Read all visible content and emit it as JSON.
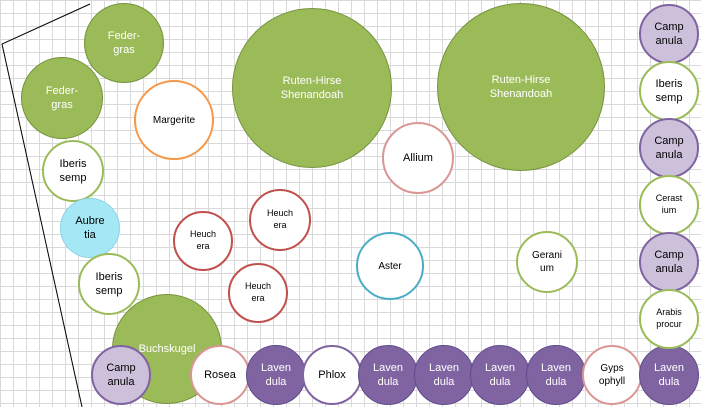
{
  "colors": {
    "grass_fill": "#9BBB59",
    "grass_border": "#76923C",
    "purple_fill": "#8064A2",
    "lavender_light": "#CCC0DA",
    "margerite_border": "#F79646",
    "heuchera_border": "#C0504D",
    "aster_border": "#4BACC6",
    "aubretia_fill": "#A5E8F5",
    "pink_border": "#D99694",
    "light_green_border": "#9BBB59"
  },
  "plants": [
    {
      "id": "federgras-1",
      "label": "Feder-\ngras"
    },
    {
      "id": "federgras-2",
      "label": "Feder-\ngras"
    },
    {
      "id": "margerite",
      "label": "Margerite"
    },
    {
      "id": "ruten-hirse-1",
      "label": "Ruten-Hirse\nShenandoah"
    },
    {
      "id": "ruten-hirse-2",
      "label": "Ruten-Hirse\nShenandoah"
    },
    {
      "id": "allium",
      "label": "Allium"
    },
    {
      "id": "iberis-1",
      "label": "Iberis\nsemp"
    },
    {
      "id": "aubretia",
      "label": "Aubre\ntia"
    },
    {
      "id": "iberis-2",
      "label": "Iberis\nsemp"
    },
    {
      "id": "heuchera-1",
      "label": "Heuch\nera"
    },
    {
      "id": "heuchera-2",
      "label": "Heuch\nera"
    },
    {
      "id": "heuchera-3",
      "label": "Heuch\nera"
    },
    {
      "id": "aster",
      "label": "Aster"
    },
    {
      "id": "geranium",
      "label": "Gerani\num"
    },
    {
      "id": "buchskugel",
      "label": "Buchskugel"
    },
    {
      "id": "campanula-1",
      "label": "Camp\nanula"
    },
    {
      "id": "rosea",
      "label": "Rosea"
    },
    {
      "id": "lavendula-1",
      "label": "Laven\ndula"
    },
    {
      "id": "phlox",
      "label": "Phlox"
    },
    {
      "id": "lavendula-2",
      "label": "Laven\ndula"
    },
    {
      "id": "lavendula-3",
      "label": "Laven\ndula"
    },
    {
      "id": "lavendula-4",
      "label": "Laven\ndula"
    },
    {
      "id": "lavendula-5",
      "label": "Laven\ndula"
    },
    {
      "id": "gypsophyll",
      "label": "Gyps\nophyll"
    },
    {
      "id": "lavendula-6",
      "label": "Laven\ndula"
    },
    {
      "id": "campanula-2",
      "label": "Camp\nanula"
    },
    {
      "id": "iberis-3",
      "label": "Iberis\nsemp"
    },
    {
      "id": "campanula-3",
      "label": "Camp\nanula"
    },
    {
      "id": "cerastium",
      "label": "Cerast\nium"
    },
    {
      "id": "campanula-4",
      "label": "Camp\nanula"
    },
    {
      "id": "arabis",
      "label": "Arabis\nprocur"
    }
  ]
}
